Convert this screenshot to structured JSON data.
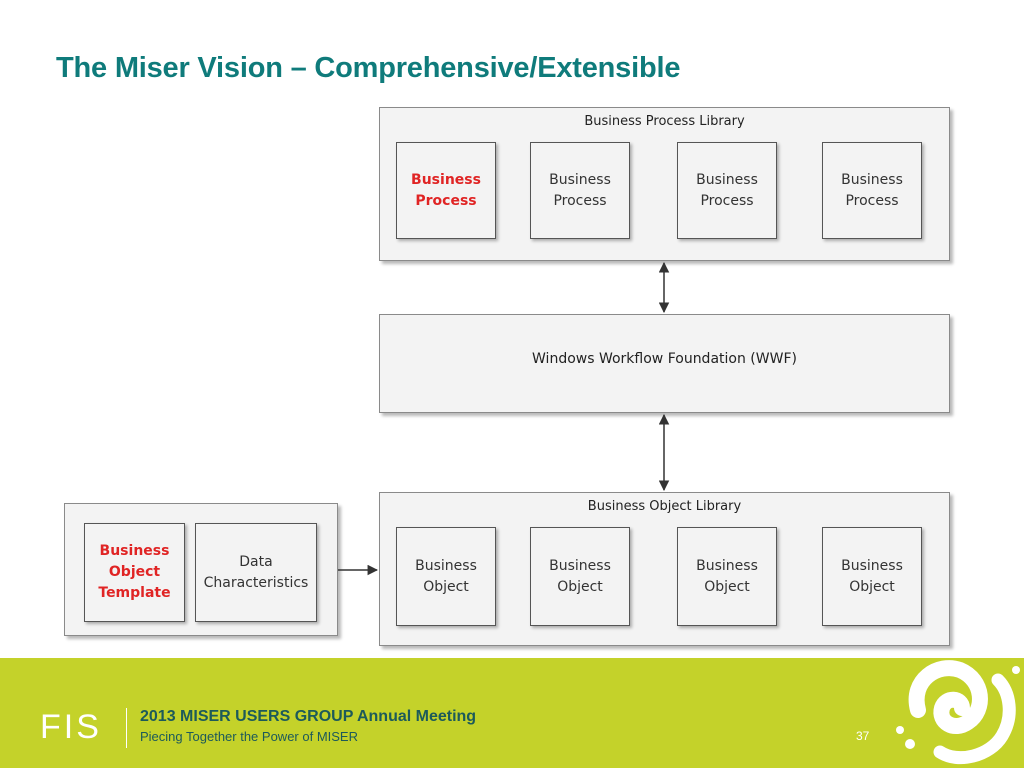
{
  "slide": {
    "title": "The Miser Vision – Comprehensive/Extensible"
  },
  "diagram": {
    "process_library": {
      "label": "Business Process Library",
      "items": [
        "Business Process",
        "Business Process",
        "Business Process",
        "Business Process"
      ]
    },
    "workflow": {
      "label": "Windows Workflow Foundation (WWF)"
    },
    "object_library": {
      "label": "Business Object Library",
      "items": [
        "Business Object",
        "Business Object",
        "Business Object",
        "Business Object"
      ]
    },
    "template_panel": {
      "items": [
        "Business Object Template",
        "Data Characteristics"
      ]
    },
    "highlight_color": "#e02424"
  },
  "footer": {
    "logo": "FIS",
    "title": "2013 MISER USERS GROUP Annual Meeting",
    "subtitle": "Piecing Together the Power of MISER",
    "page_number": "37"
  },
  "colors": {
    "title": "#0f7b7b",
    "footer_band": "#c4d22a",
    "footer_text": "#1d5a5a"
  }
}
